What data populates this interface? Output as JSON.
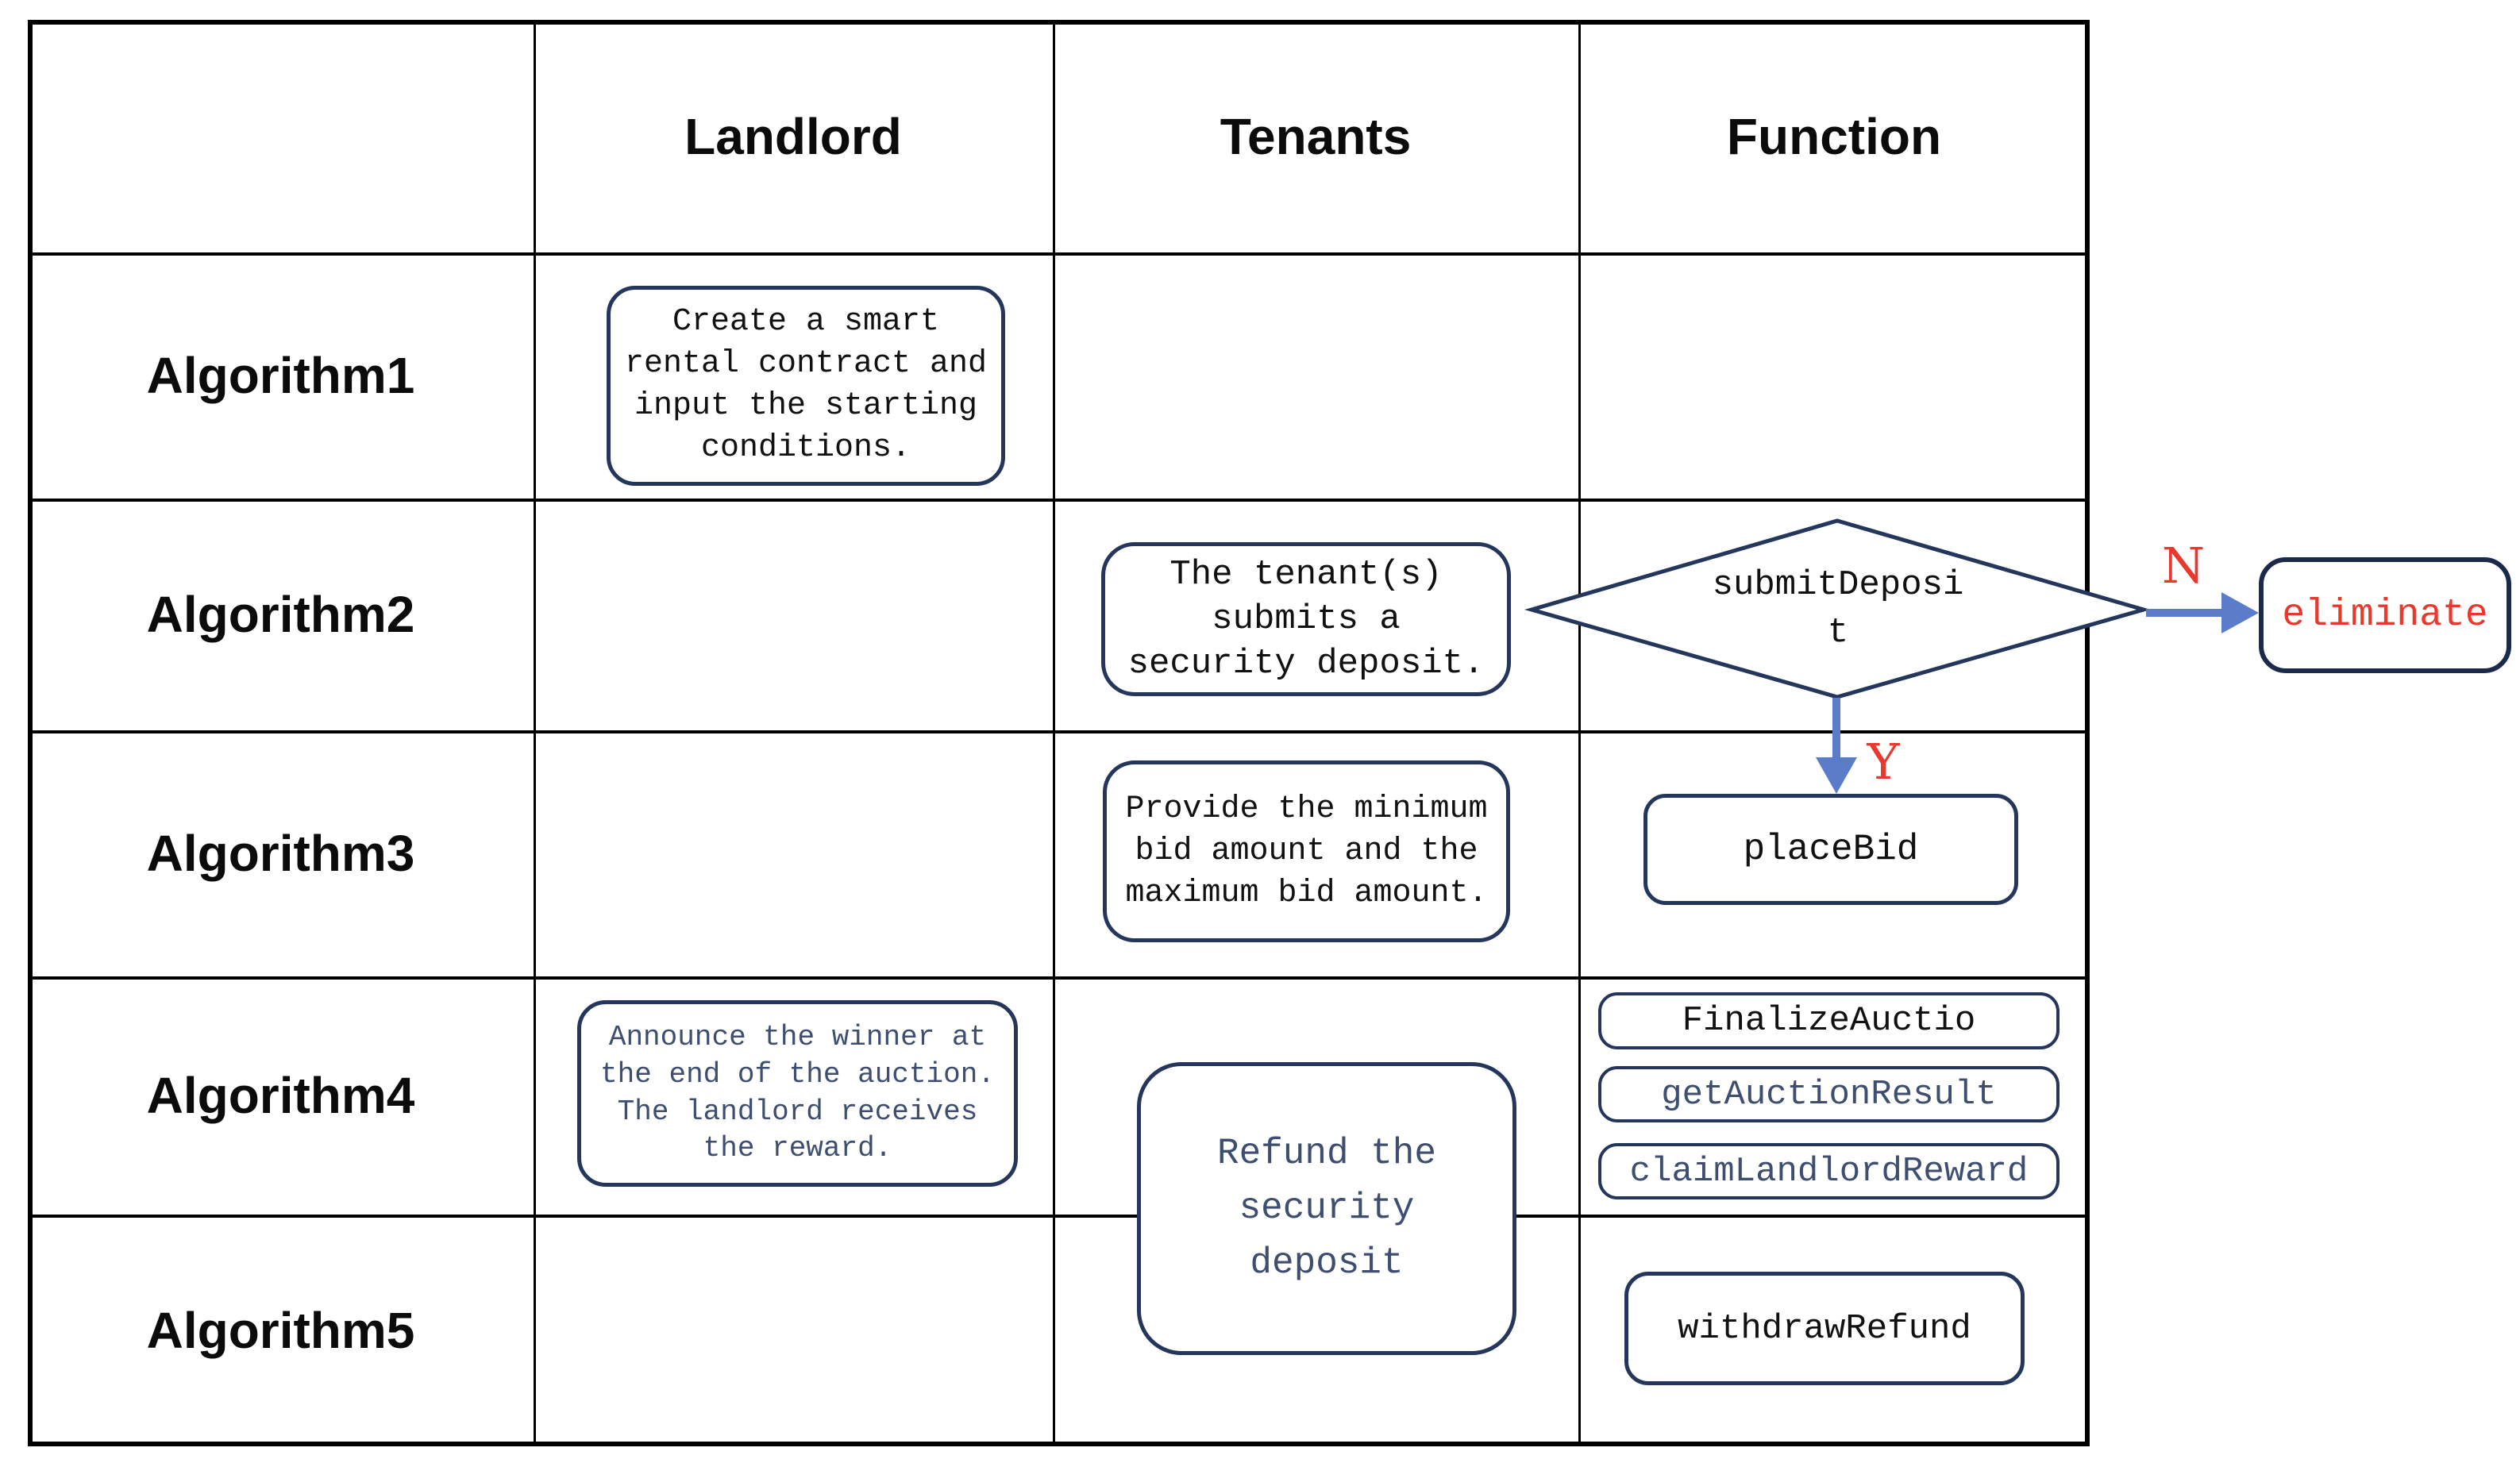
{
  "header": {
    "corner": "",
    "landlord": "Landlord",
    "tenants": "Tenants",
    "function": "Function"
  },
  "rows": [
    {
      "label": "Algorithm1"
    },
    {
      "label": "Algorithm2"
    },
    {
      "label": "Algorithm3"
    },
    {
      "label": "Algorithm4"
    },
    {
      "label": "Algorithm5"
    }
  ],
  "landlord": {
    "create_box": "Create a smart\nrental contract and\ninput the starting\nconditions.",
    "announce_box": "Announce the winner at\nthe end of the auction.\nThe landlord receives\nthe reward."
  },
  "tenants": {
    "deposit_box": "The tenant(s)\nsubmits a\nsecurity deposit.",
    "bid_box": "Provide the minimum\nbid amount and the\nmaximum bid amount.",
    "refund_box": "Refund the\nsecurity\ndeposit"
  },
  "functions": {
    "decision": "submitDeposi\nt",
    "place_bid": "placeBid",
    "finalize_auction": "FinalizeAuctio",
    "get_auction_result": "getAuctionResult",
    "claim_landlord_reward": "claimLandlordReward",
    "withdraw_refund": "withdrawRefund",
    "eliminate": "eliminate"
  },
  "flow": {
    "no_label": "N",
    "yes_label": "Y"
  },
  "colors": {
    "grid": "#000000",
    "box_border_navy": "#24365B",
    "eliminate_border_navy": "#1B2A4A",
    "slate_text": "#3D4E70",
    "accent_red": "#E8392F",
    "arrow_blue": "#5B7CC9"
  }
}
